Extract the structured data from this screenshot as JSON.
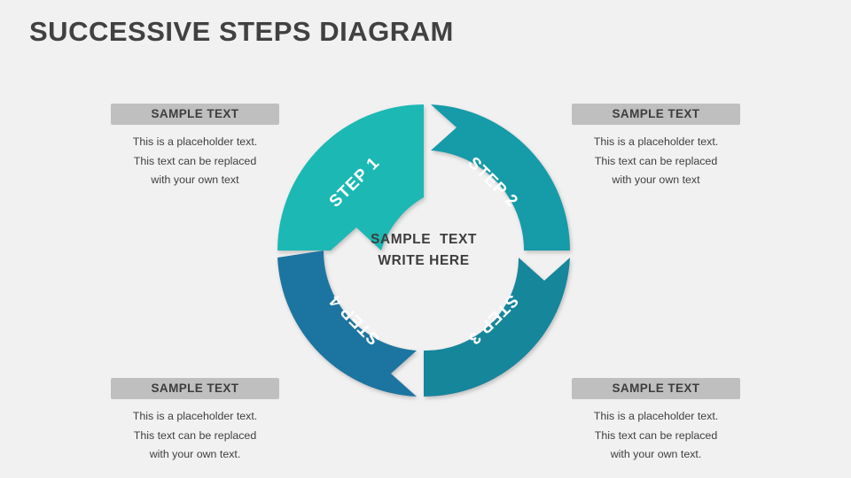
{
  "page": {
    "title": "SUCCESSIVE STEPS DIAGRAM",
    "background_color": "#f1f1f1",
    "title_color": "#414141"
  },
  "center": {
    "line1": "SAMPLE  TEXT",
    "line2": "WRITE HERE"
  },
  "chart_data": {
    "type": "pie",
    "title": "SUCCESSIVE STEPS DIAGRAM",
    "subtype": "donut-cycle-4-segments",
    "center_label": "SAMPLE  TEXT WRITE HERE",
    "rotation_direction": "clockwise",
    "segment_count": 4,
    "values": [
      25,
      25,
      25,
      25
    ],
    "categories": [
      "STEP 1",
      "STEP 2",
      "STEP 3",
      "STEP 4"
    ],
    "colors": [
      "#1cb8b4",
      "#169ba8",
      "#15869b",
      "#1a74a0"
    ],
    "legend": "none",
    "grid": false
  },
  "segments": [
    {
      "label": "STEP 1",
      "color": "#1cb8b4"
    },
    {
      "label": "STEP 2",
      "color": "#169ba8"
    },
    {
      "label": "STEP 3",
      "color": "#15869b"
    },
    {
      "label": "STEP 4",
      "color": "#1a74a0"
    }
  ],
  "captions": {
    "top_left": {
      "header": "SAMPLE TEXT",
      "line1": "This is a placeholder text.",
      "line2": "This text can be replaced",
      "line3": "with your own text"
    },
    "top_right": {
      "header": "SAMPLE TEXT",
      "line1": "This is a placeholder text.",
      "line2": "This text can be replaced",
      "line3": "with your own text"
    },
    "bottom_left": {
      "header": "SAMPLE TEXT",
      "line1": "This is a placeholder text.",
      "line2": "This text can be replaced",
      "line3": "with your own text."
    },
    "bottom_right": {
      "header": "SAMPLE TEXT",
      "line1": "This is a placeholder text.",
      "line2": "This text can be replaced",
      "line3": "with your own text."
    }
  }
}
